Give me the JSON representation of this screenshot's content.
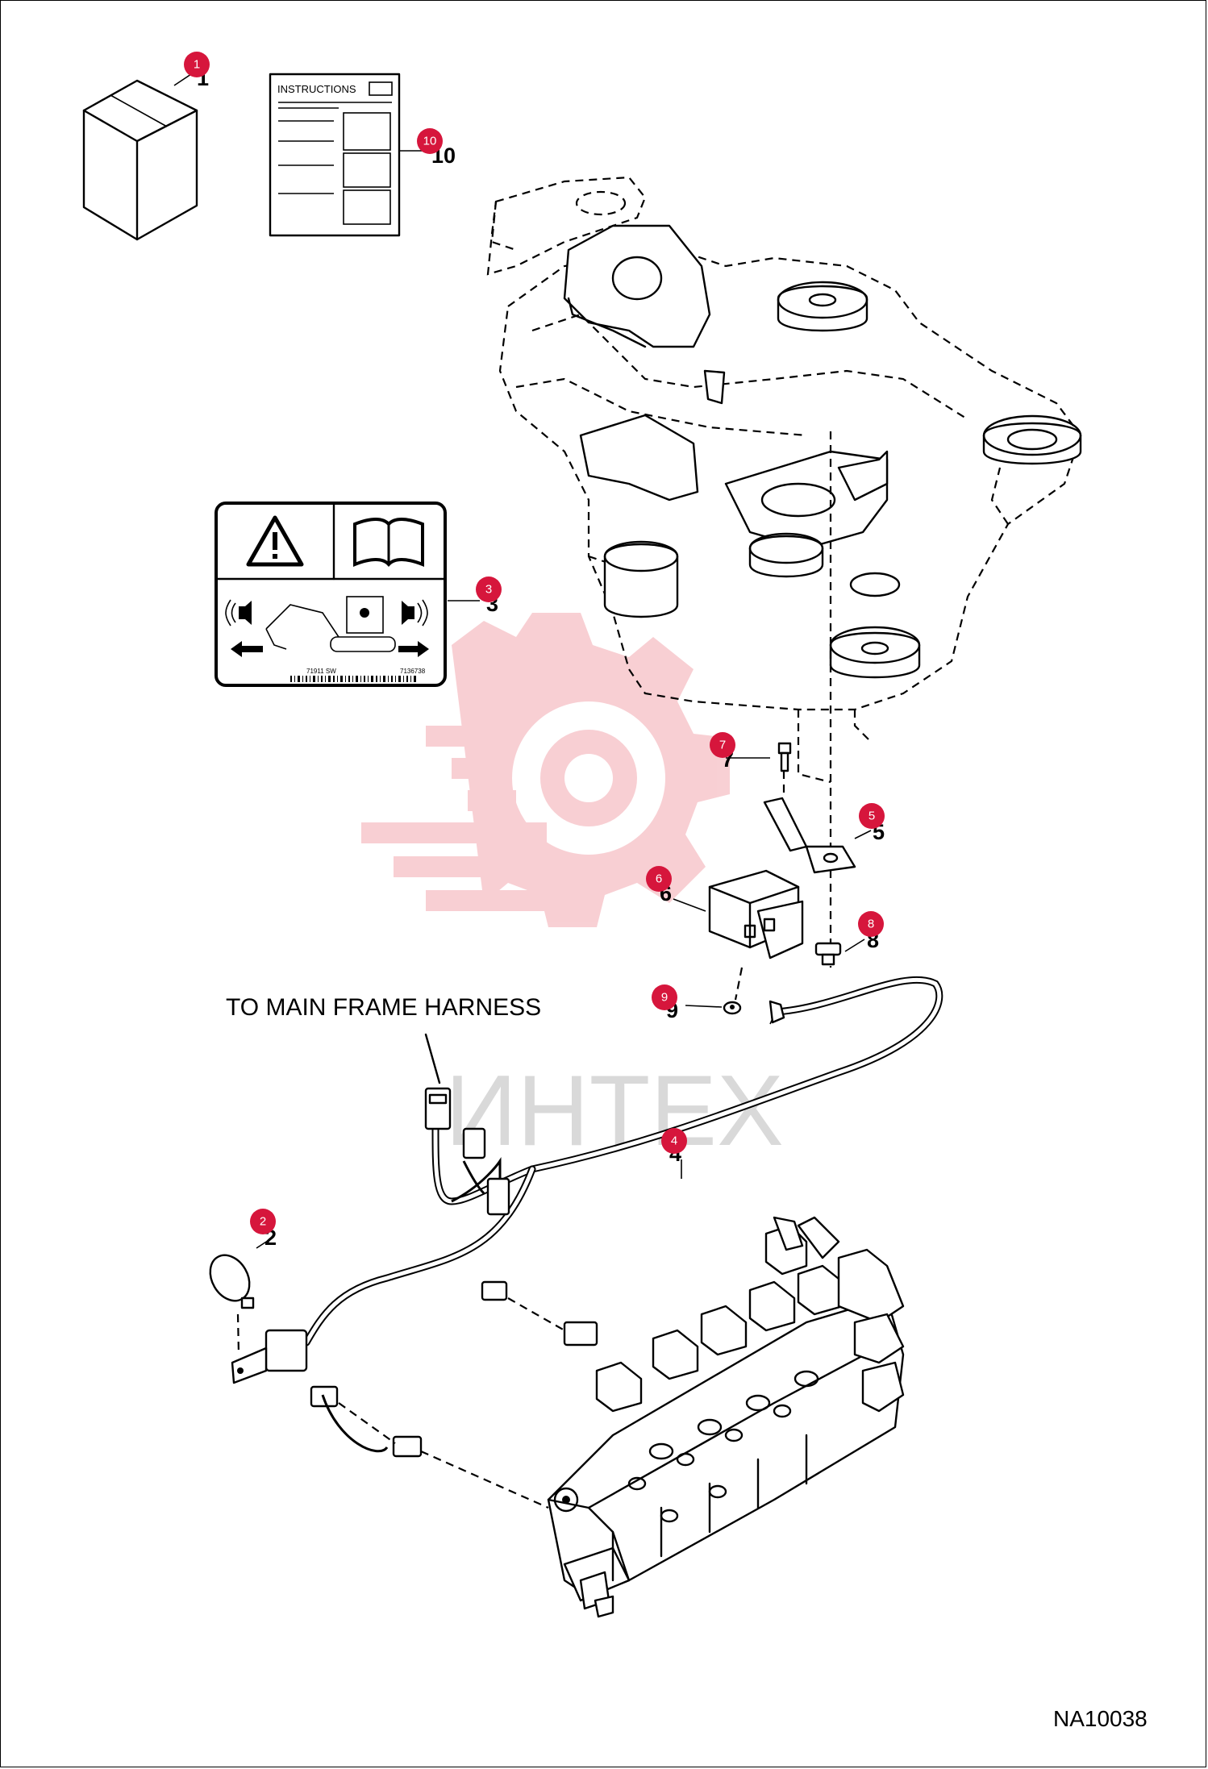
{
  "diagram": {
    "instructions_label": "INSTRUCTIONS",
    "harness_label": "TO MAIN FRAME HARNESS",
    "watermark": "ИНТЕХ",
    "reference_code": "NA10038",
    "decal_code_left": "71911 SW",
    "decal_code_right": "7136738",
    "callouts": [
      {
        "id": "1",
        "number_label": "1"
      },
      {
        "id": "2",
        "number_label": "2"
      },
      {
        "id": "3",
        "number_label": "3"
      },
      {
        "id": "4",
        "number_label": "4"
      },
      {
        "id": "5",
        "number_label": "5"
      },
      {
        "id": "6",
        "number_label": "6"
      },
      {
        "id": "7",
        "number_label": "7"
      },
      {
        "id": "8",
        "number_label": "8"
      },
      {
        "id": "9",
        "number_label": "9"
      },
      {
        "id": "10",
        "number_label": "10"
      }
    ]
  },
  "colors": {
    "callout_red": "#d6163c",
    "watermark_red": "#f5c6c9",
    "watermark_grey": "#d9d9d9"
  },
  "icons": {
    "warning": "warning-triangle-icon",
    "manual": "open-book-icon",
    "sound": "sound-speaker-icon",
    "arrow_left": "arrow-left-icon",
    "arrow_right": "arrow-right-icon"
  }
}
